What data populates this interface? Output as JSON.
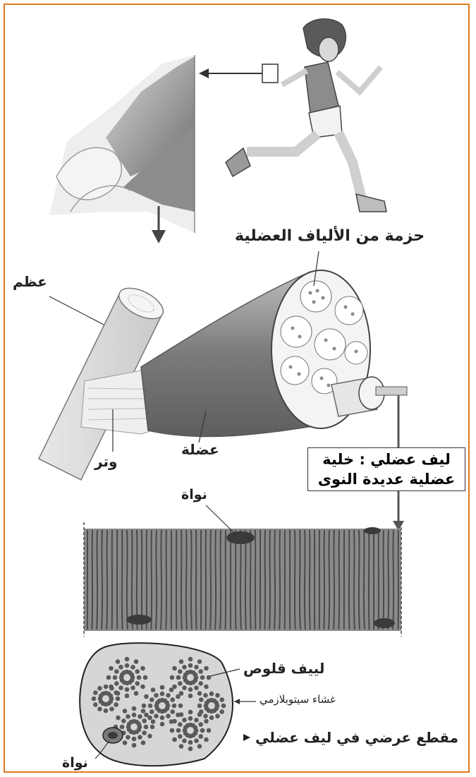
{
  "labels": {
    "bundle": "حزمة من الألياف العضلية",
    "bone": "عظم",
    "tendon": "وتر",
    "muscle": "عضلة",
    "fiber_line1": "ليف عضلي : خلية",
    "fiber_line2": "عضلية عديدة النوى",
    "nucleus_fiber": "نواة",
    "myofibril": "لييف قلوص",
    "membrane": "غشاء سيتوبلازمي",
    "cross_section": "مقطع عرضي في ليف عضلي",
    "nucleus_section": "نواة"
  },
  "colors": {
    "border": "#e07a1f",
    "fiber": "#8a8a8a",
    "stripe": "#4a4a4a",
    "section": "#d6d6d6",
    "dot": "#5a5a5a"
  }
}
